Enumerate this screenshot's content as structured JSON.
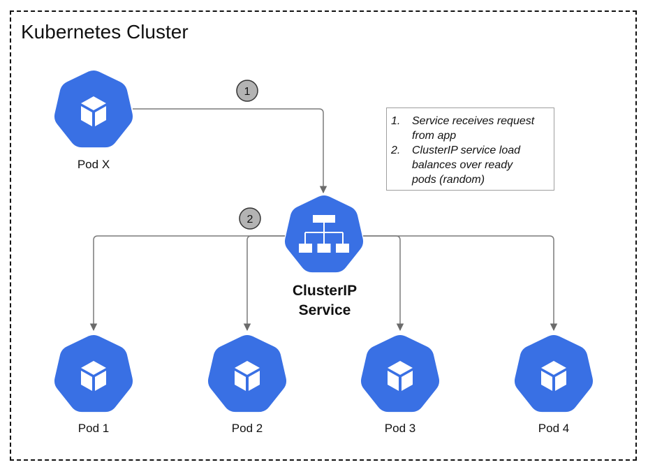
{
  "title": "Kubernetes Cluster",
  "source_pod": {
    "label": "Pod X"
  },
  "service": {
    "line1": "ClusterIP",
    "line2": "Service"
  },
  "pods": [
    {
      "label": "Pod 1"
    },
    {
      "label": "Pod 2"
    },
    {
      "label": "Pod 3"
    },
    {
      "label": "Pod 4"
    }
  ],
  "steps": [
    {
      "badge": "1",
      "num": "1.",
      "text": "Service receives request\nfrom app"
    },
    {
      "badge": "2",
      "num": "2.",
      "text": "ClusterIP service load\nbalances over ready\npods (random)"
    }
  ],
  "colors": {
    "node_fill": "#3970e4",
    "badge_fill": "#b3b3b3",
    "connector": "#7a7a7a"
  },
  "icons": {
    "pod": "cube-icon",
    "service": "network-hierarchy-icon"
  }
}
